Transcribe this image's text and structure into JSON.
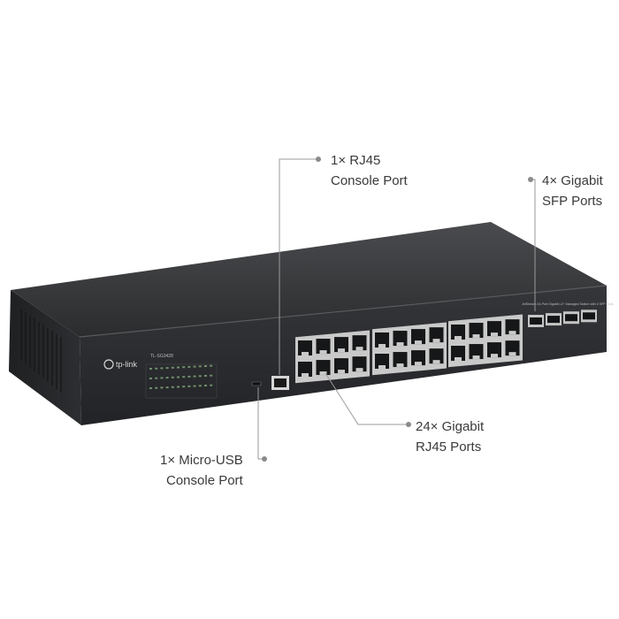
{
  "device": {
    "brand": "tp-link",
    "model": "TL-SG3428",
    "front_caption": "JetStream 24-Port Gigabit L2+ Managed Switch with 4 SFP Slots",
    "body_color": "#2e2f31",
    "accent_color": "#8a8a8a"
  },
  "callouts": {
    "rj45_console": {
      "line1": "1× RJ45",
      "line2": "Console Port"
    },
    "sfp_ports": {
      "line1": "4× Gigabit",
      "line2": "SFP Ports"
    },
    "gigabit_ports": {
      "line1": "24× Gigabit",
      "line2": "RJ45 Ports"
    },
    "usb_console": {
      "line1": "1× Micro-USB",
      "line2": "Console Port"
    }
  }
}
